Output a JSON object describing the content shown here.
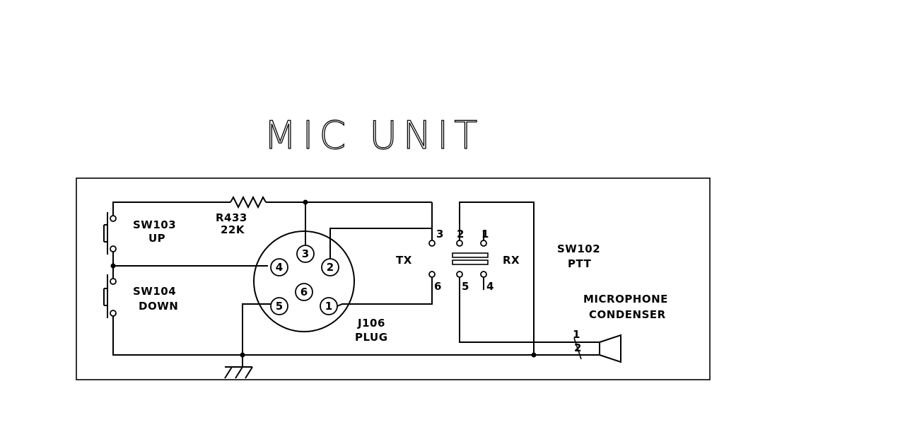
{
  "title": "MIC UNIT",
  "labels": {
    "sw103_ref": "SW103",
    "sw103_fn": "UP",
    "sw104_ref": "SW104",
    "sw104_fn": "DOWN",
    "r433_ref": "R433",
    "r433_val": "22K",
    "j106_ref": "J106",
    "j106_type": "PLUG",
    "tx": "TX",
    "rx": "RX",
    "sw102_ref": "SW102",
    "sw102_fn": "PTT",
    "mic_line1": "MICROPHONE",
    "mic_line2": "CONDENSER"
  },
  "connector_pins": [
    "1",
    "2",
    "3",
    "4",
    "5",
    "6"
  ],
  "ptt_terminals": [
    "3",
    "2",
    "1",
    "6",
    "5",
    "4"
  ],
  "mic_terminals": [
    "1",
    "2"
  ]
}
